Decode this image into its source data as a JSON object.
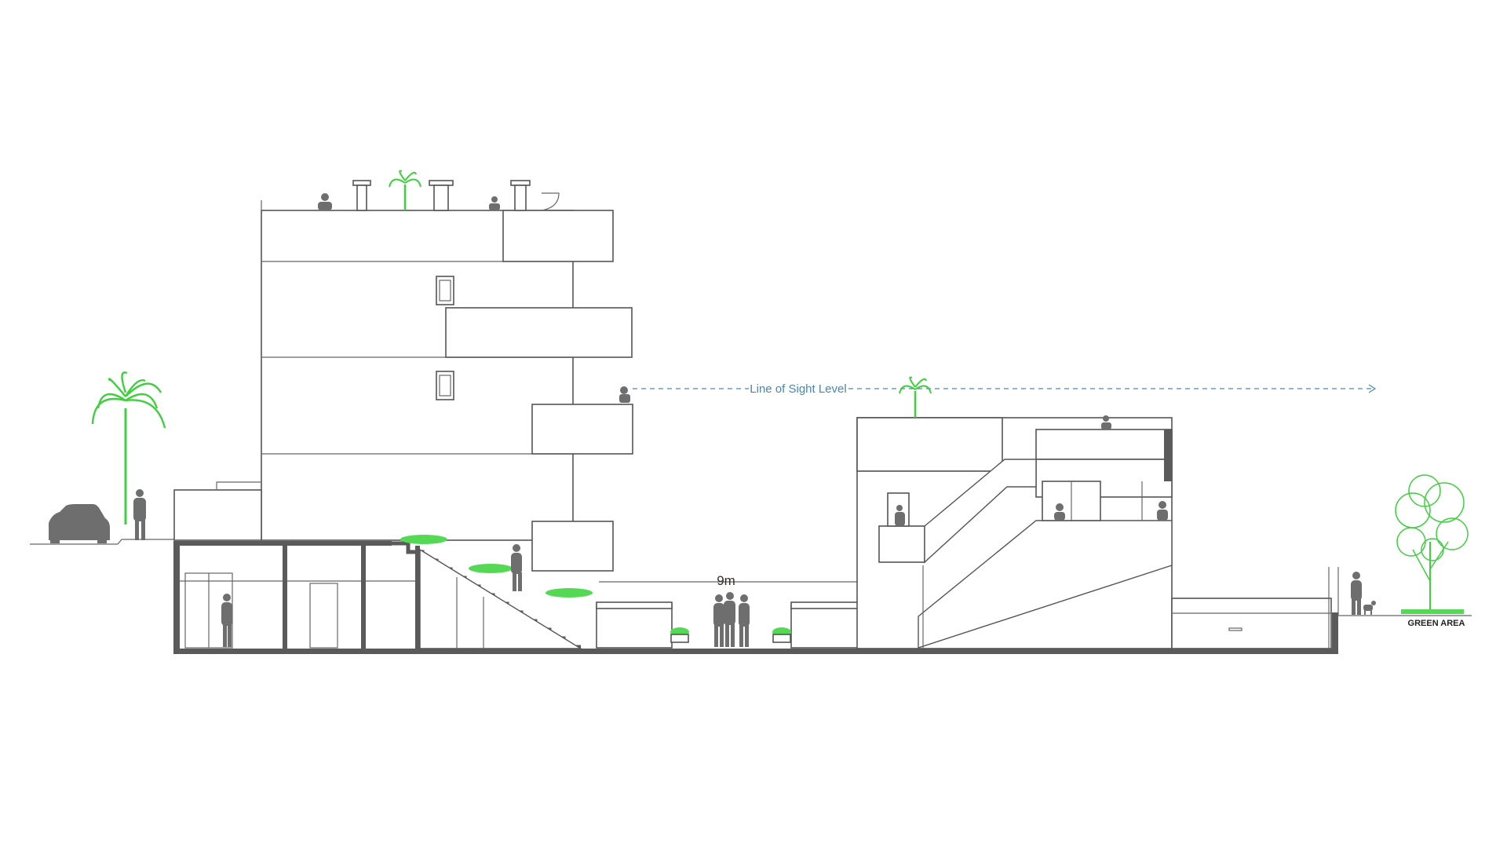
{
  "labels": {
    "line_of_sight": "Line of Sight Level",
    "distance": "9m",
    "green_area": "GREEN AREA"
  },
  "colors": {
    "line_of_sight": "#4a86b5",
    "vegetation": "#3fcf3f",
    "walls": "#555555",
    "figures": "#6e6e6e"
  },
  "icons": [
    "car-icon",
    "palm-tree-icon",
    "tree-icon",
    "person-icon",
    "dog-icon",
    "plant-icon"
  ]
}
